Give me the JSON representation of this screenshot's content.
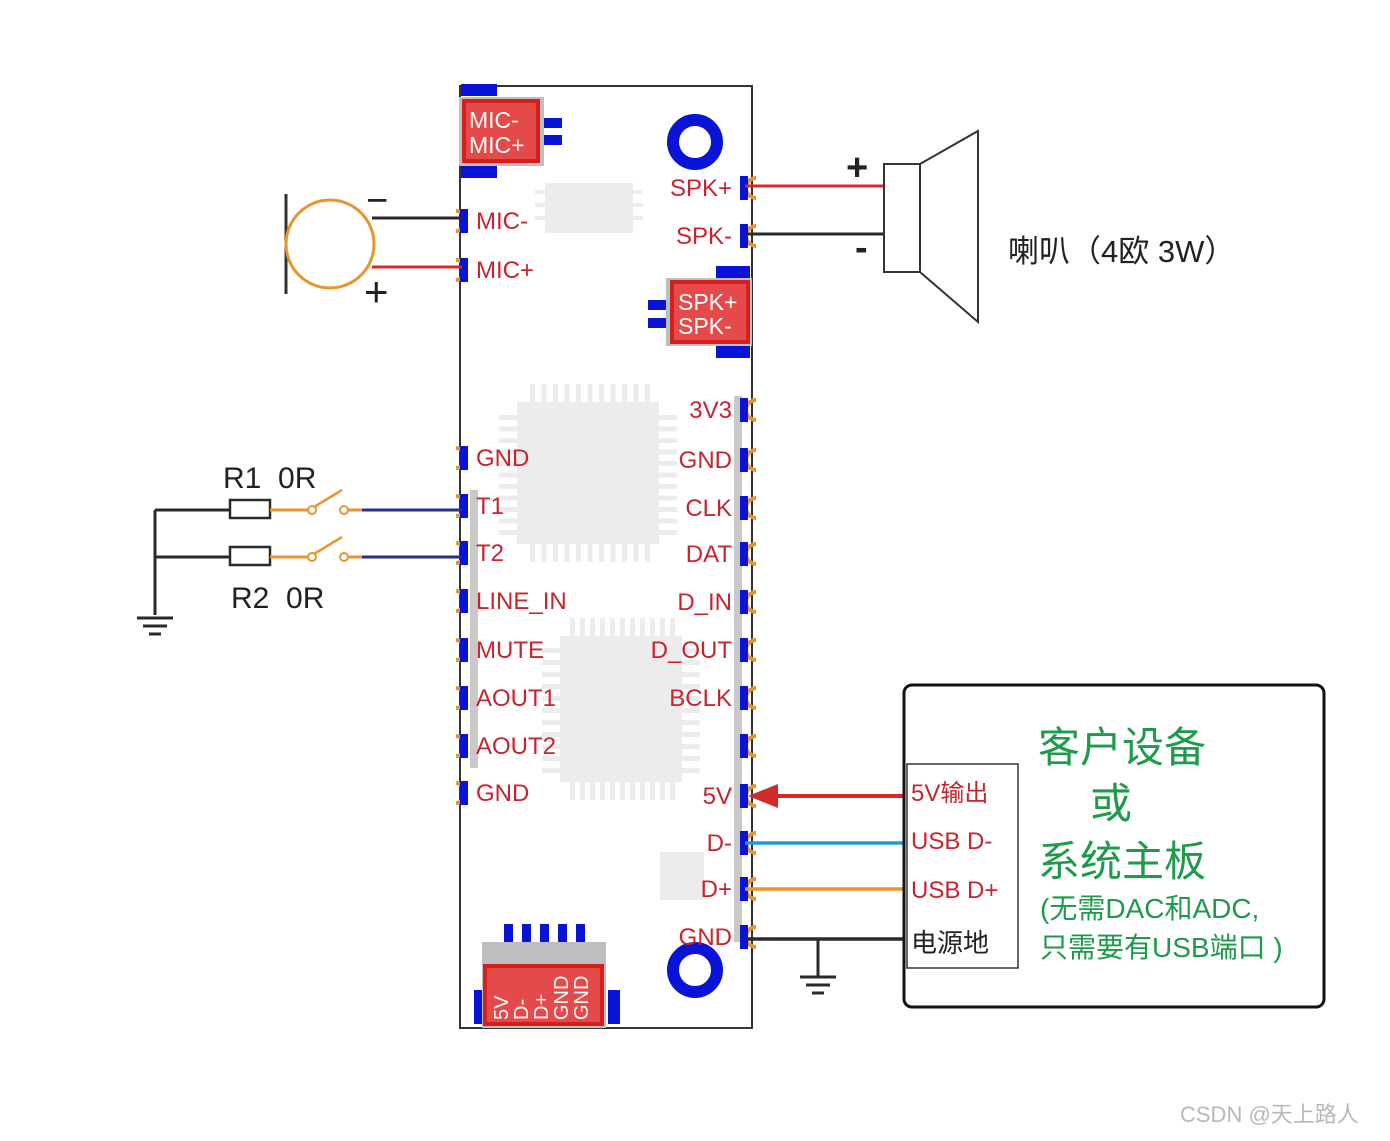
{
  "colors": {
    "pin_text": "#c8242d",
    "green_text": "#1e9b4a",
    "pad_orange": "#e8952e",
    "blue_pad": "#0a14d6",
    "wire_red": "#d22b2b",
    "wire_black": "#2a2a2a",
    "wire_blue": "#1e9bd0",
    "wire_orange": "#e8952e",
    "wire_navy": "#2a2f8c"
  },
  "mic_connector": {
    "line1": "MIC-",
    "line2": "MIC+"
  },
  "spk_connector": {
    "line1": "SPK+",
    "line2": "SPK-"
  },
  "usb_connector_labels": [
    "5V",
    "D-",
    "D+",
    "GND",
    "GND"
  ],
  "left_pins": [
    "MIC-",
    "MIC+",
    "GND",
    "T1",
    "T2",
    "LINE_IN",
    "MUTE",
    "AOUT1",
    "AOUT2",
    "GND"
  ],
  "right_pins": [
    "SPK+",
    "SPK-",
    "3V3",
    "GND",
    "CLK",
    "DAT",
    "D_IN",
    "D_OUT",
    "BCLK",
    "",
    "5V",
    "D-",
    "D+",
    "GND"
  ],
  "mic_symbol": {
    "minus": "−",
    "plus": "+"
  },
  "speaker": {
    "plus": "+",
    "minus": "-",
    "label": "喇叭（4欧 3W）"
  },
  "resistors": {
    "r1": "R1  0R",
    "r2": "R2  0R"
  },
  "host_box": {
    "title_line1": "客户设备",
    "title_line2": "或",
    "title_line3": "系统主板",
    "note_line1": "(无需DAC和ADC,",
    "note_line2": "只需要有USB端口 )",
    "ports": [
      "5V输出",
      "USB D-",
      "USB D+",
      "电源地"
    ]
  },
  "watermark": "CSDN @天上路人"
}
